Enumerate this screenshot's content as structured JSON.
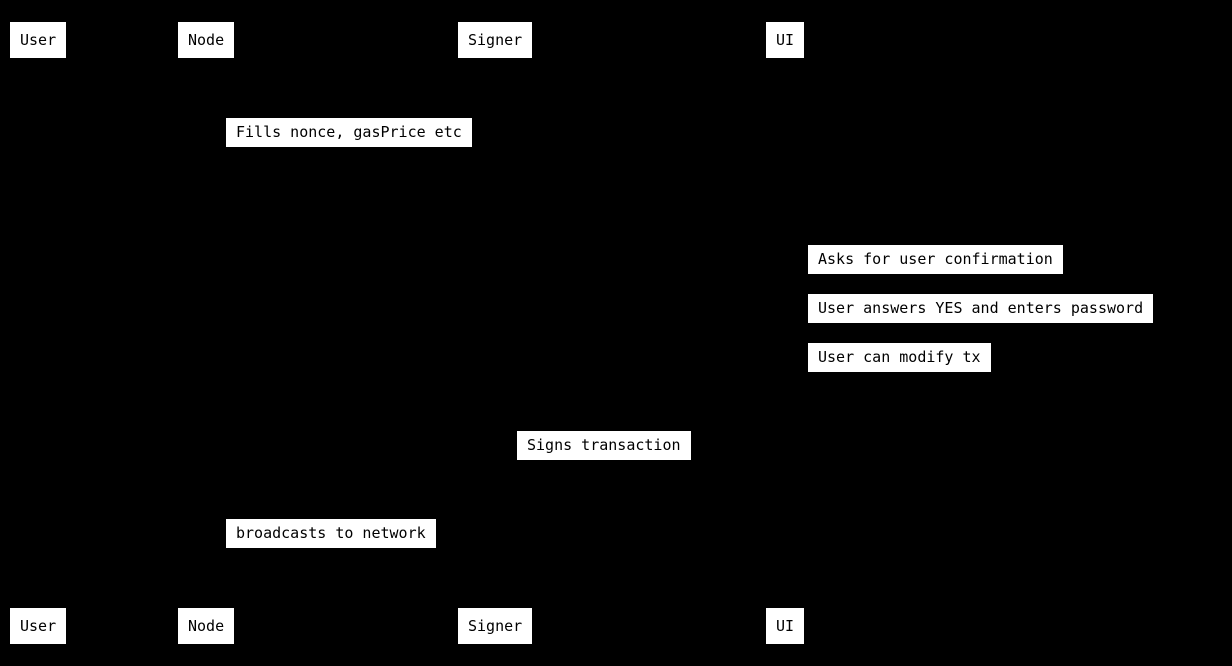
{
  "colors": {
    "background": "#000000",
    "box_background": "#ffffff",
    "box_text": "#000000"
  },
  "participants_top": [
    {
      "label": "User"
    },
    {
      "label": "Node"
    },
    {
      "label": "Signer"
    },
    {
      "label": "UI"
    }
  ],
  "participants_bottom": [
    {
      "label": "User"
    },
    {
      "label": "Node"
    },
    {
      "label": "Signer"
    },
    {
      "label": "UI"
    }
  ],
  "messages": [
    {
      "label": "Fills nonce, gasPrice etc"
    },
    {
      "label": "Asks for user confirmation"
    },
    {
      "label": "User answers YES and enters password"
    },
    {
      "label": "User can modify tx"
    },
    {
      "label": "Signs transaction"
    },
    {
      "label": "broadcasts to network"
    }
  ]
}
